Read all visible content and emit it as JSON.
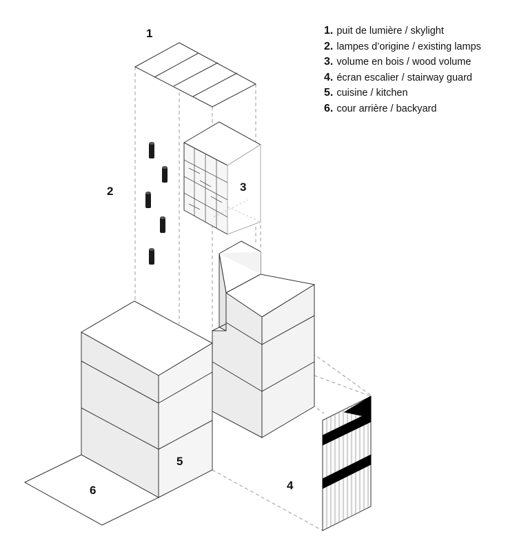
{
  "legend": [
    {
      "num": "1.",
      "text": "puit de lumière / skylight"
    },
    {
      "num": "2.",
      "text": "lampes d’origine  / existing lamps"
    },
    {
      "num": "3.",
      "text": "volume en bois / wood volume"
    },
    {
      "num": "4.",
      "text": "écran escalier / stairway guard"
    },
    {
      "num": "5.",
      "text": "cuisine / kitchen"
    },
    {
      "num": "6.",
      "text": "cour arrière / backyard"
    }
  ],
  "labels": {
    "skylight": "1",
    "lamps": "2",
    "wood_volume": "3",
    "stair_guard": "4",
    "kitchen": "5",
    "backyard": "6"
  },
  "colors": {
    "line": "#333333",
    "dashed": "#9a9a9a",
    "face_light": "#f3f3f3",
    "face_mid": "#e6e6e6",
    "face_dark": "#dcdcdc",
    "black": "#000000"
  }
}
